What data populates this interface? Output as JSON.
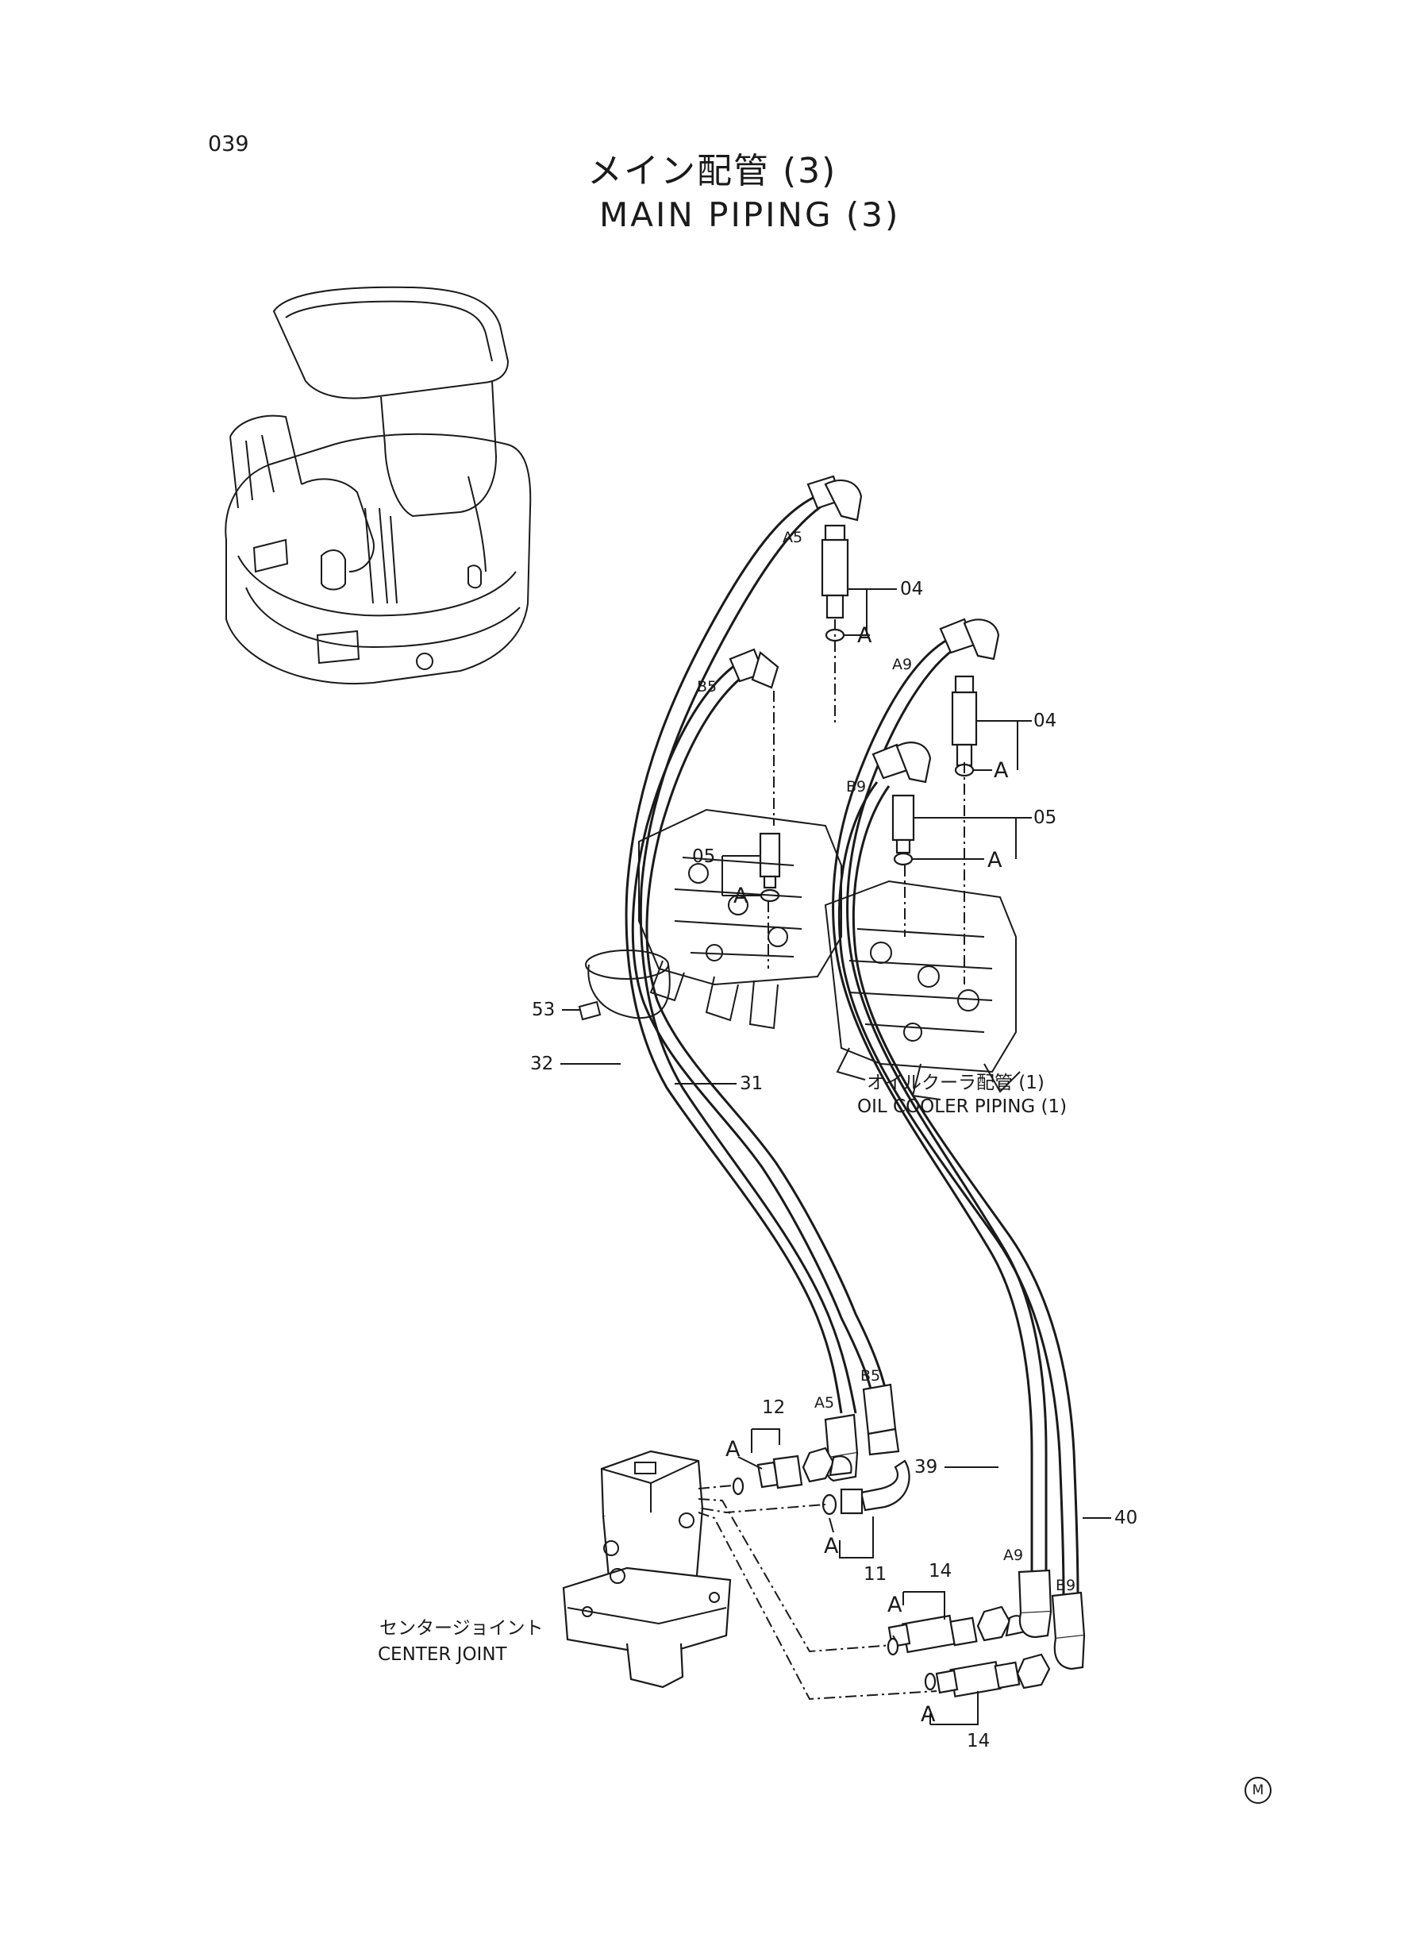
{
  "header": {
    "page_number": "039",
    "title_jp": "メイン配管 (3)",
    "title_en": "MAIN PIPING (3)"
  },
  "callouts": {
    "p04_top": "04",
    "p04_mid": "04",
    "p05_right": "05",
    "p05_left": "05",
    "p53": "53",
    "p32": "32",
    "p31": "31",
    "p12": "12",
    "p11": "11",
    "p39": "39",
    "p40": "40",
    "p14_top": "14",
    "p14_bottom": "14"
  },
  "port_labels": {
    "a5_top": "A5",
    "b5_top": "B5",
    "a9_top": "A9",
    "b9_top": "B9",
    "a5_bottom": "A5",
    "b5_bottom": "B5",
    "a9_bottom": "A9",
    "b9_bottom": "B9"
  },
  "detail_marks": {
    "a1": "A",
    "a2": "A",
    "a3": "A",
    "a4": "A",
    "a5": "A",
    "a6": "A",
    "a7": "A",
    "a8": "A"
  },
  "notes": {
    "oil_cooler_jp": "オイルクーラ配管 (1)",
    "oil_cooler_en": "OIL COOLER PIPING (1)",
    "center_joint_jp": "センタージョイント",
    "center_joint_en": "CENTER JOINT"
  },
  "footer": {
    "mark": "M"
  }
}
